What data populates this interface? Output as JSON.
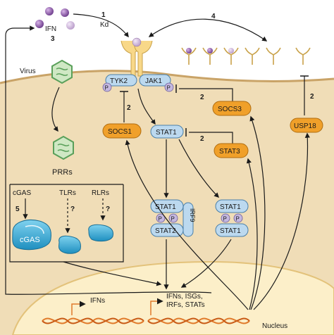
{
  "labels": {
    "ifn": "IFN",
    "kd": "Kd",
    "virus": "Virus",
    "prrs": "PRRs",
    "cgas": "cGAS",
    "tlrs": "TLRs",
    "rlrs": "RLRs",
    "cgas_protein": "cGAS",
    "tyk2": "TYK2",
    "jak1": "JAK1",
    "p": "P",
    "socs1": "SOCS1",
    "socs3": "SOCS3",
    "stat1": "STAT1",
    "stat2": "STAT2",
    "stat3": "STAT3",
    "irf9": "IRF9",
    "usp18": "USP18",
    "nucleus": "Nucleus",
    "ifns_gene": "IFNs",
    "isg_line1": "IFNs, ISGs,",
    "isg_line2": "IRFs, STATs",
    "question": "?"
  },
  "step_numbers": {
    "one": "1",
    "two": "2",
    "three": "3",
    "four": "4",
    "five": "5"
  },
  "colors": {
    "cytoplasm": "#f0ddb7",
    "nucleus": "#fcefc9",
    "membrane": "#c9a367",
    "orange_protein": "#f0a02a",
    "blue_protein": "#bcd9ef",
    "teal_protein": "#3db0d8",
    "p_badge": "#c4b8e0",
    "ifn_purple": "#7f4d9c",
    "virus_green": "#7fbf6a",
    "dna_orange": "#e07a2a"
  }
}
